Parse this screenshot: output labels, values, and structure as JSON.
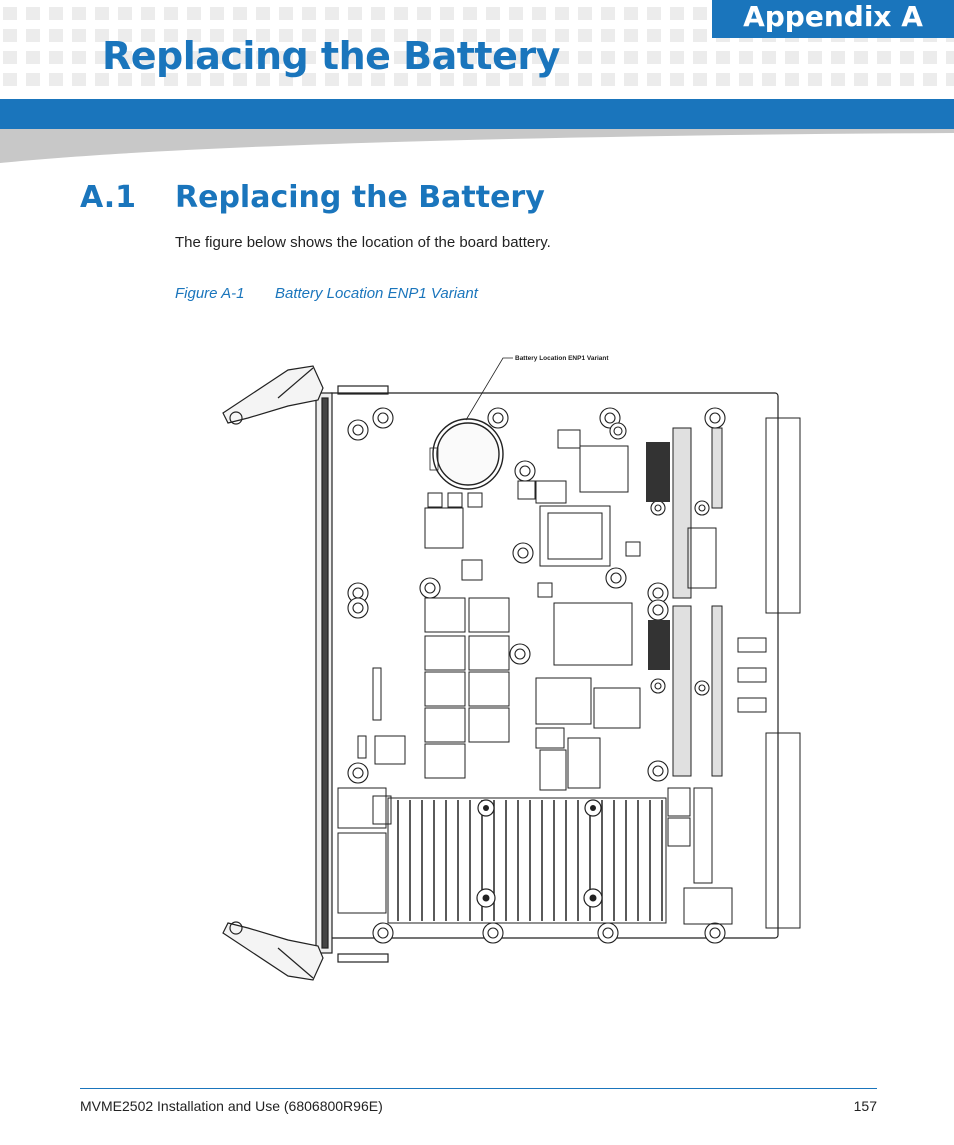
{
  "header": {
    "chapter_title": "Replacing the Battery",
    "appendix_label": "Appendix A"
  },
  "section": {
    "number": "A.1",
    "title": "Replacing the Battery",
    "intro": "The figure below shows the location of the board battery."
  },
  "figure": {
    "label": "Figure A-1",
    "caption": "Battery Location ENP1 Variant",
    "callout": "Battery Location ENP1 Variant"
  },
  "footer": {
    "document": "MVME2502 Installation and Use (6806800R96E)",
    "page_number": "157"
  },
  "colors": {
    "accent": "#1a75bc",
    "swoosh": "#c8c8c8",
    "pattern": "#ececec"
  }
}
